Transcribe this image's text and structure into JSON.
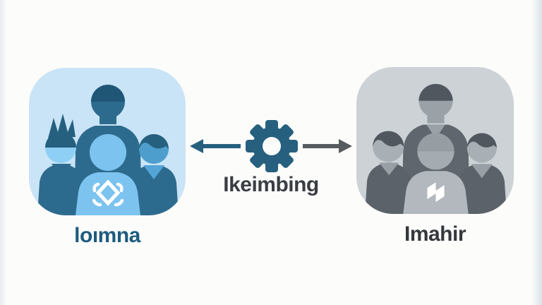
{
  "page": {
    "background": "#fcfcfb"
  },
  "left_panel": {
    "label": "loımna",
    "icon_name": "team-group-icon-blue",
    "colors": {
      "label": "#1d5c7e",
      "bg": "#c9e4f6",
      "bkhair": "#1f5676",
      "bkhead": "#2d6b8e",
      "bkbody": "#2d6b8e",
      "bkcollar": "#2d6b8e",
      "lhair": "#26607f",
      "lface": "#8ed0f5",
      "lbody": "#2d6b8e",
      "lcollar": "#2d6b8e",
      "rhair": "#26607f",
      "rface": "#4d9ecd",
      "rbody": "#2d6b8e",
      "rcollar": "#54a4d6",
      "fhair": "#7cc3ef",
      "fhead": "#7cc3ef",
      "fbody": "#7cc3ef",
      "logo": "#ffffff"
    }
  },
  "connector": {
    "label": "Ikeimbing",
    "colors": {
      "label": "#3a3e44",
      "leftarrow": "#27607f",
      "rightarrow": "#575c61",
      "gear": "#27607f",
      "gearhole": "#fcfcfb"
    }
  },
  "right_panel": {
    "label": "Imahir",
    "icon_name": "team-group-icon-gray",
    "colors": {
      "label": "#34383d",
      "bg": "#ccd2d6",
      "bkhair": "#50575e",
      "bkhead": "#9aa1a7",
      "bkbody": "#5f666d",
      "bkcollar": "#9aa1a7",
      "lhair": "#50575e",
      "lface": "#a8afb5",
      "lbody": "#5b6269",
      "lcollar": "#989fa5",
      "rhair": "#50575e",
      "rface": "#a8afb5",
      "rbody": "#5b6269",
      "rcollar": "#989fa5",
      "fhair": "#969da3",
      "fhead": "#a4abb1",
      "fbody": "#b2b8be",
      "logo": "#ffffff"
    }
  }
}
